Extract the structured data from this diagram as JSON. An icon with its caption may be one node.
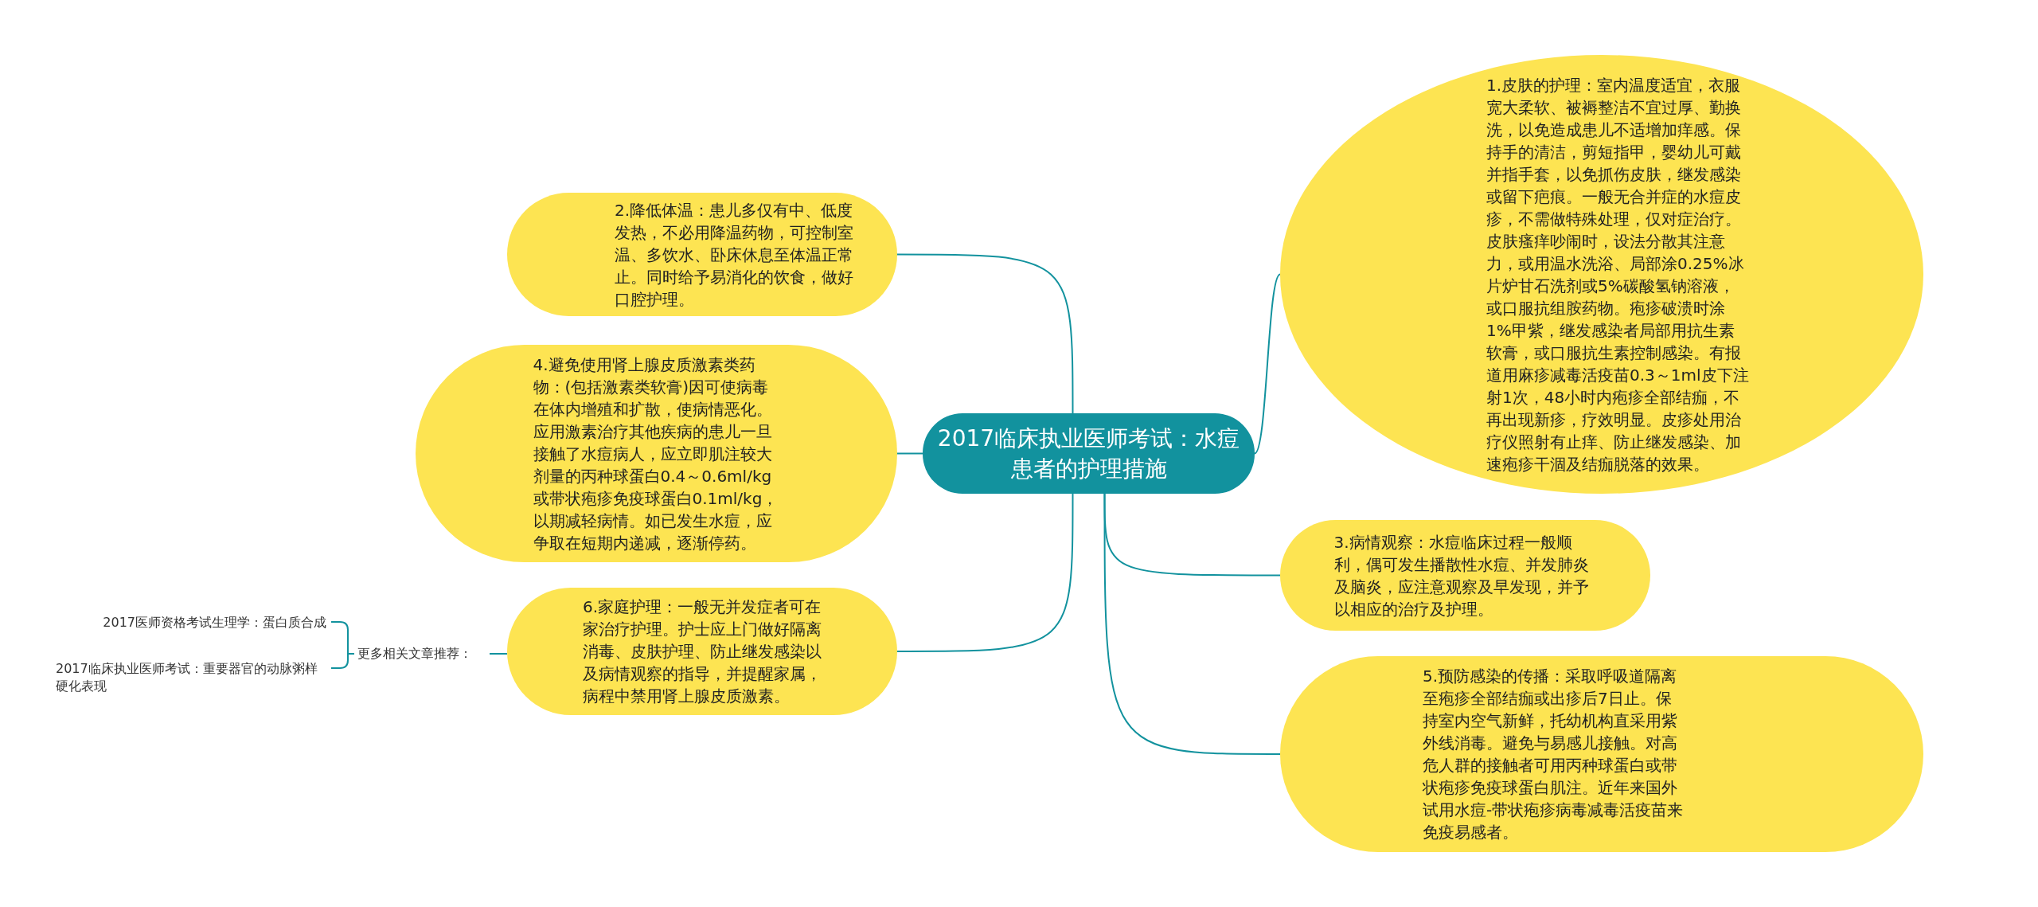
{
  "diagram": {
    "nodes": [
      {
        "text": [
          "2017临床执业医师考试：水痘患者的护理措施"
        ]
      },
      {
        "text": [
          "1.皮肤的护理：室内温度适宜，衣服宽大柔软、被褥整洁不宜过厚、勤换洗，以免造成患儿不适增加痒感。保持手的清洁，剪短指甲，婴幼儿可戴并指手套，以免抓伤皮肤，继发感染或留下疤痕。一般无合并症的水痘皮疹，不需做特殊处理，仅对症治疗。皮肤瘙痒吵闹时，设法分散其注意力，或用温水洗浴、局部涂0.25%冰片炉甘石洗剂或5%碳酸氢钠溶液，或口服抗组胺药物。疱疹破溃时涂1%甲紫，继发感染者局部用抗生素软膏，或口服抗生素控制感染。有报道用麻疹减毒活疫苗0.3～1ml皮下注射1次，48小时内疱疹全部结痂，不再出现新疹，疗效明显。皮疹处用治疗仪照射有止痒、防止继发感染、加速疱疹干涸及结痂脱落的效果。"
        ]
      },
      {
        "text": [
          "2.降低体温：患儿多仅有中、低度发热，不必用降温药物，可控制室温、多饮水、卧床休息至体温正常止。同时给予易消化的饮食，做好口腔护理。"
        ]
      },
      {
        "text": [
          "3.病情观察：水痘临床过程一般顺利，偶可发生播散性水痘、并发肺炎及脑炎，应注意观察及早发现，并予以相应的治疗及护理。"
        ]
      },
      {
        "text": [
          "4.避免使用肾上腺皮质激素类药物：(包括激素类软膏)因可使病毒在体内增殖和扩散，使病情恶化。应用激素治疗其他疾病的患儿一旦接触了水痘病人，应立即肌注较大剂量的丙种球蛋白0.4～0.6ml/kg或带状疱疹免疫球蛋白0.1ml/kg，以期减轻病情。如已发生水痘，应争取在短期内递减，逐渐停药。"
        ]
      },
      {
        "text": [
          "5.预防感染的传播：采取呼吸道隔离至疱疹全部结痂或出疹后7日止。保持室内空气新鲜，托幼机构直采用紫外线消毒。避免与易感儿接触。对高危人群的接触者可用丙种球蛋白或带状疱疹免疫球蛋白肌注。近年来国外试用水痘-带状疱疹病毒减毒活疫苗来免疫易感者。"
        ]
      },
      {
        "text": [
          "6.家庭护理：一般无并发症者可在家治疗护理。护士应上门做好隔离消毒、皮肤护理、防止继发感染以及病情观察的指导，并提醒家属，病程中禁用肾上腺皮质激素。"
        ]
      },
      {
        "text": [
          "更多相关文章推荐："
        ]
      },
      {
        "text": [
          "2017医师资格考试生理学：蛋白质合成"
        ]
      },
      {
        "text": [
          "2017临床执业医师考试：重要器官的动脉粥样硬化表现"
        ]
      }
    ],
    "edges": [
      {
        "from": 0,
        "to": 1,
        "arrow": "none"
      },
      {
        "from": 0,
        "to": 2,
        "arrow": "none"
      },
      {
        "from": 0,
        "to": 3,
        "arrow": "none"
      },
      {
        "from": 0,
        "to": 4,
        "arrow": "none"
      },
      {
        "from": 0,
        "to": 5,
        "arrow": "none"
      },
      {
        "from": 0,
        "to": 6,
        "arrow": "none"
      },
      {
        "from": 6,
        "to": 7,
        "arrow": "none"
      },
      {
        "from": 7,
        "to": 8,
        "arrow": "none"
      },
      {
        "from": 7,
        "to": 9,
        "arrow": "none"
      }
    ]
  }
}
